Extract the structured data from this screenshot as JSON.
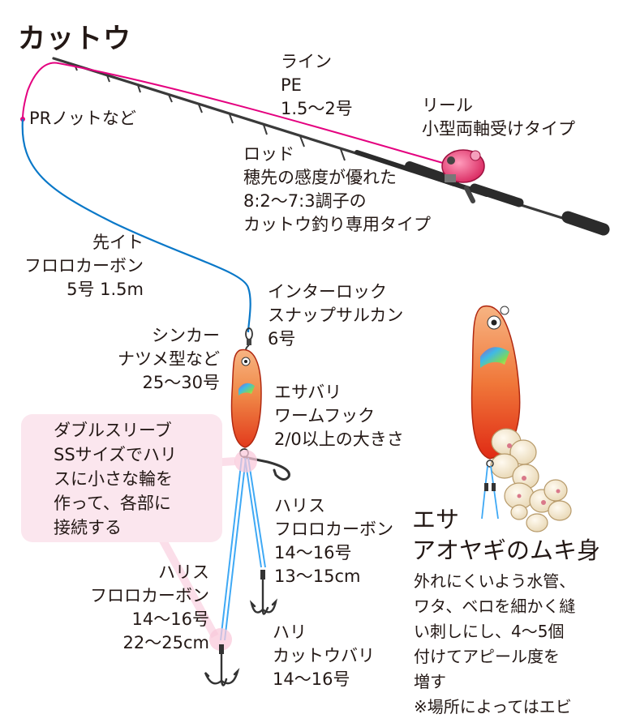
{
  "title": "カットウ",
  "labels": {
    "line": "ライン\nPE\n1.5〜2号",
    "reel": "リール\n小型両軸受けタイプ",
    "knot": "PRノットなど",
    "rod": "ロッド\n穂先の感度が優れた\n8:2〜7:3調子の\nカットウ釣り専用タイプ",
    "leader": "先イト\nフロロカーボン\n5号 1.5m",
    "snap": "インターロック\nスナップサルカン\n6号",
    "sinker": "シンカー\nナツメ型など\n25〜30号",
    "bait_hook": "エサバリ\nワームフック\n2/0以上の大きさ",
    "sleeve": "ダブルスリーブ\nSSサイズでハリ\nスに小さな輪を\n作って、各部に\n接続する",
    "harisu_right": "ハリス\nフロロカーボン\n14〜16号\n13〜15cm",
    "harisu_left": "ハリス\nフロロカーボン\n14〜16号\n22〜25cm",
    "hook": "ハリ\nカットウバリ\n14〜16号",
    "bait_title": "エサ\nアオヤギのムキ身",
    "bait_note": "外れにくいよう水管、\nワタ、ベロを細かく縫\nい刺しにし、4〜5個\n付けてアピール度を\n増す\n※場所によってはエビ"
  },
  "colors": {
    "main_line": "#e4007f",
    "leader_line": "#0a78c8",
    "rig_line": "#3fa9f5",
    "rod": "#3a3a3a",
    "reel": "#e8336d",
    "sinker_top": "#f5a46a",
    "sinker_bottom": "#e8381b",
    "sleeve_bg": "#fbe6ee"
  },
  "icons": [
    "rod-icon",
    "reel-icon",
    "sinker-icon",
    "snap-swivel-icon",
    "bait-hook-icon",
    "treble-hook-icon",
    "double-sleeve-icon",
    "baited-sinker-icon"
  ]
}
